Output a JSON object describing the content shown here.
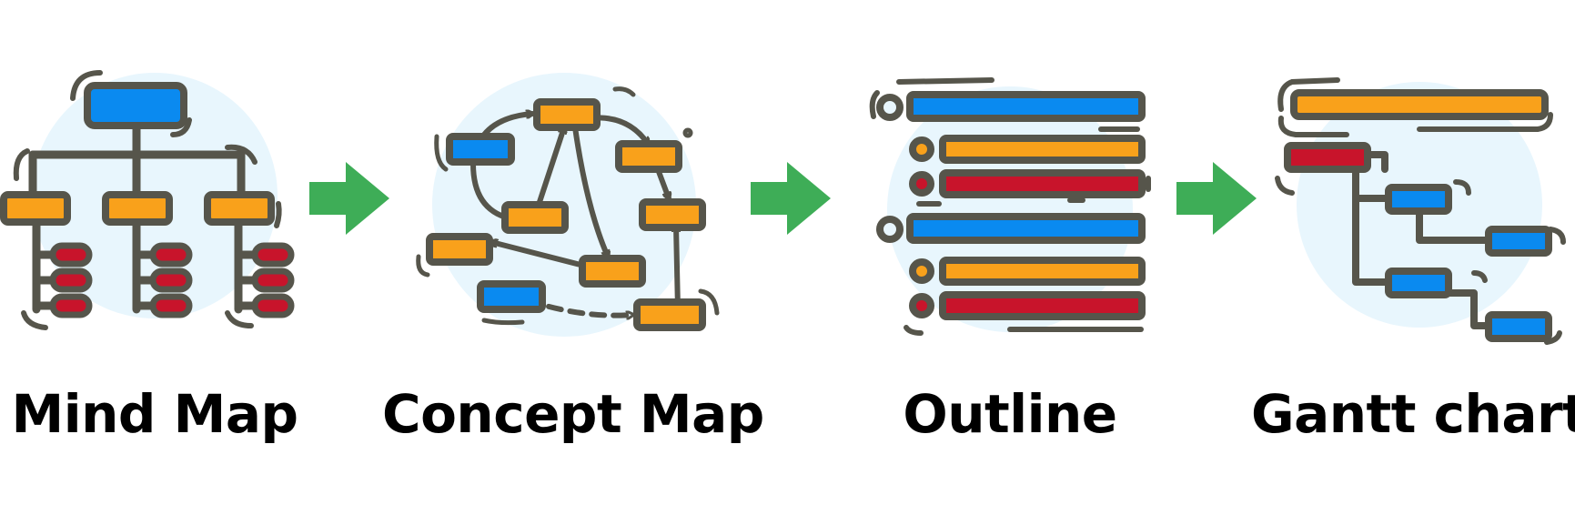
{
  "steps": [
    {
      "label": "Mind Map",
      "icon": "mind-map-icon"
    },
    {
      "label": "Concept Map",
      "icon": "concept-map-icon"
    },
    {
      "label": "Outline",
      "icon": "outline-icon"
    },
    {
      "label": "Gantt chart",
      "icon": "gantt-chart-icon"
    }
  ],
  "connector_icon": "right-arrow-icon",
  "colors": {
    "outline": "#56554b",
    "blue": "#0a8af0",
    "orange": "#f9a11b",
    "red": "#c8142b",
    "green": "#3ead57",
    "halo": "#e8f6fd"
  }
}
